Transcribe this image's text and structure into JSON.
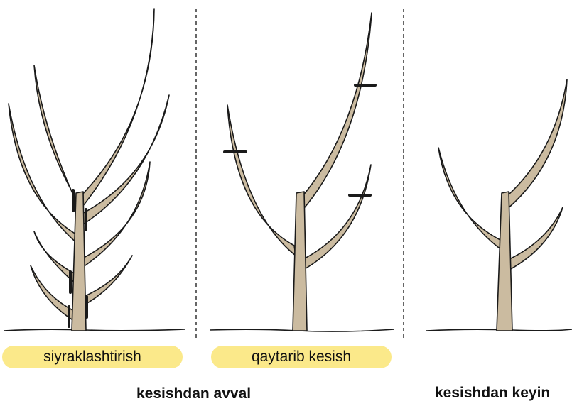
{
  "labels": {
    "thinning": "siyraklashtirish",
    "heading_back": "qaytarib kesish",
    "before": "kesishdan avval",
    "after": "kesishdan keyin"
  },
  "colors": {
    "wood_fill": "#cbbba0",
    "outline": "#1a1a1a",
    "label_bg": "#fbe98a",
    "divider": "#333333"
  }
}
